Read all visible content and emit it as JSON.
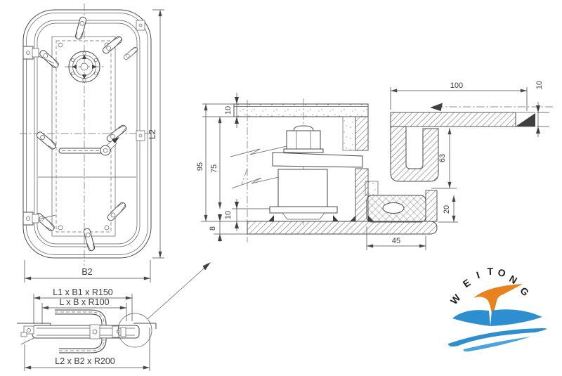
{
  "front_view": {
    "height_label": "L2",
    "width_label": "B2"
  },
  "plan_view": {
    "dim_top": "L1 x B1 x R150",
    "dim_middle": "L x B x R100",
    "dim_bottom": "L2 x B2 x R200"
  },
  "section_view": {
    "dim_top_width": "100",
    "dim_flange_thk": "10",
    "dim_total": "95",
    "dim_inner": "75",
    "dim_plate_thk": "10",
    "dim_gap": "10",
    "dim_bar_thk": "8",
    "dim_frame_h": "63",
    "dim_gasket_h": "20",
    "dim_gasket_w": "45"
  },
  "logo": {
    "brand": "WEITONG",
    "letters": [
      "W",
      "E",
      "I",
      "T",
      "O",
      "N",
      "G"
    ],
    "orange": "#e8821c",
    "blue": "#2e8fd0",
    "blue2": "#4aa3dd"
  }
}
